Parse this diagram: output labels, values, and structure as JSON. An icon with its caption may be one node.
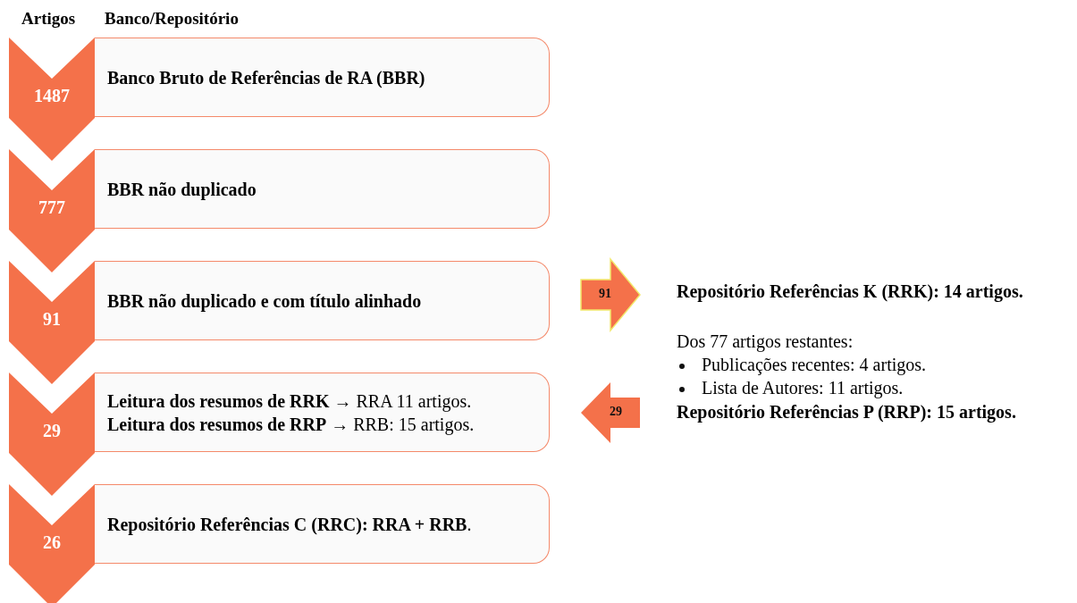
{
  "diagram": {
    "nodes": [
      {
        "text": [
          "1487"
        ]
      },
      {
        "text": [
          "Banco Bruto de Referências de RA (BBR)"
        ]
      },
      {
        "text": [
          "777"
        ]
      },
      {
        "text": [
          "BBR não duplicado"
        ]
      },
      {
        "text": [
          "91"
        ]
      },
      {
        "text": [
          "BBR não duplicado e com título alinhado"
        ]
      },
      {
        "text": [
          "91"
        ]
      },
      {
        "text": [
          "29"
        ]
      },
      {
        "text": [
          "**Leitura dos resumos de RRK** → RRA 11 artigos.",
          "**Leitura dos resumos de RRP** → RRB: 15 artigos."
        ]
      },
      {
        "text": [
          "29"
        ]
      },
      {
        "text": [
          "26"
        ]
      },
      {
        "text": [
          "**Repositório Referências C (RRC): RRA + RRB**."
        ]
      }
    ],
    "labels": [
      "Artigos",
      "Banco/Repositório",
      "Repositório Referências K (RRK): 14 artigos.",
      "Dos 77 artigos restantes:",
      "Publicações recentes: 4 artigos.",
      "Lista de Autores: 11 artigos.",
      "Repositório Referências P (RRP): 15 artigos."
    ]
  }
}
